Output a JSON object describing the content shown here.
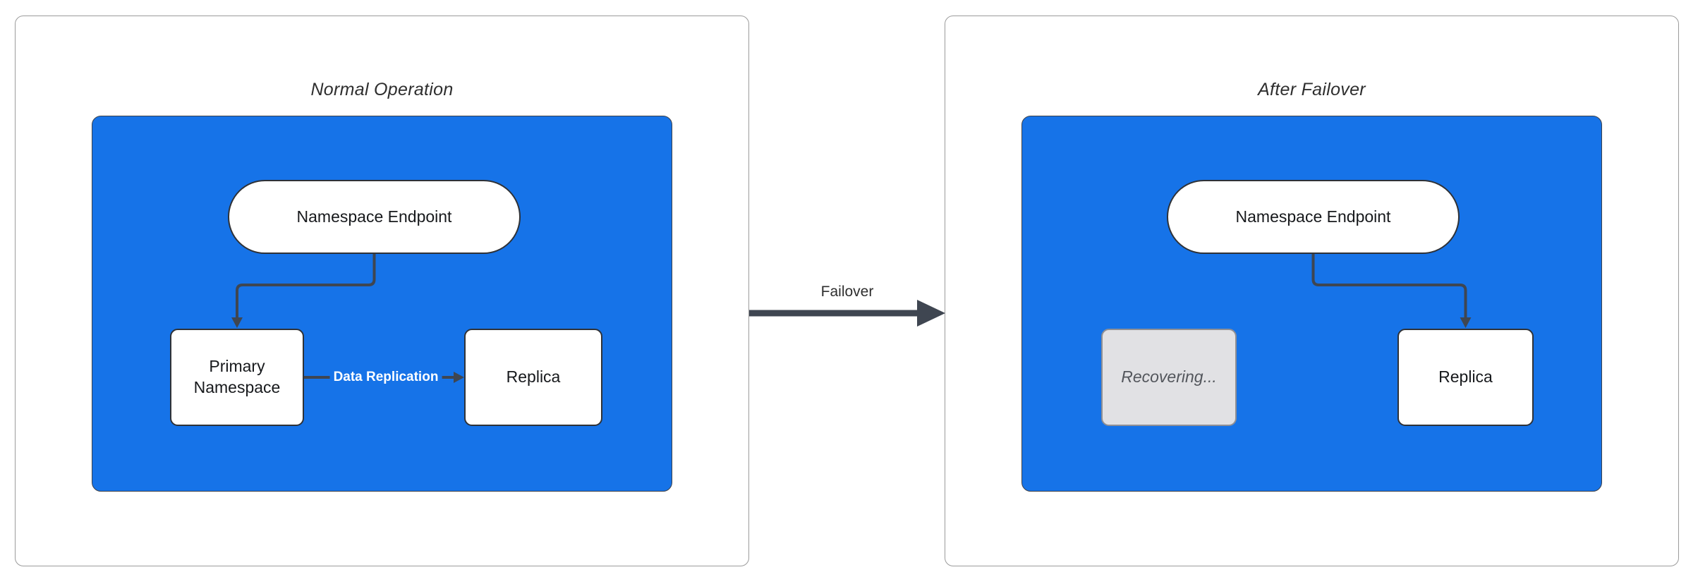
{
  "left_panel": {
    "title": "Normal Operation",
    "endpoint": "Namespace Endpoint",
    "primary": "Primary Namespace",
    "replica": "Replica",
    "replication_label": "Data Replication"
  },
  "right_panel": {
    "title": "After Failover",
    "endpoint": "Namespace Endpoint",
    "recovering": "Recovering...",
    "replica": "Replica"
  },
  "failover_label": "Failover",
  "colors": {
    "page_bg": "#ffffff",
    "panel_border": "#9b9b9b",
    "container_fill": "#1673e8",
    "container_border": "#3d4148",
    "node_fill": "#ffffff",
    "node_border": "#2f3237",
    "node_text": "#17191c",
    "edge": "#3f4651",
    "title_text": "#2e2e2e",
    "recovering_fill": "#e1e1e4",
    "recovering_border": "#8f8f94",
    "recovering_text": "#53565c",
    "edge_label_text": "#ffffff"
  }
}
